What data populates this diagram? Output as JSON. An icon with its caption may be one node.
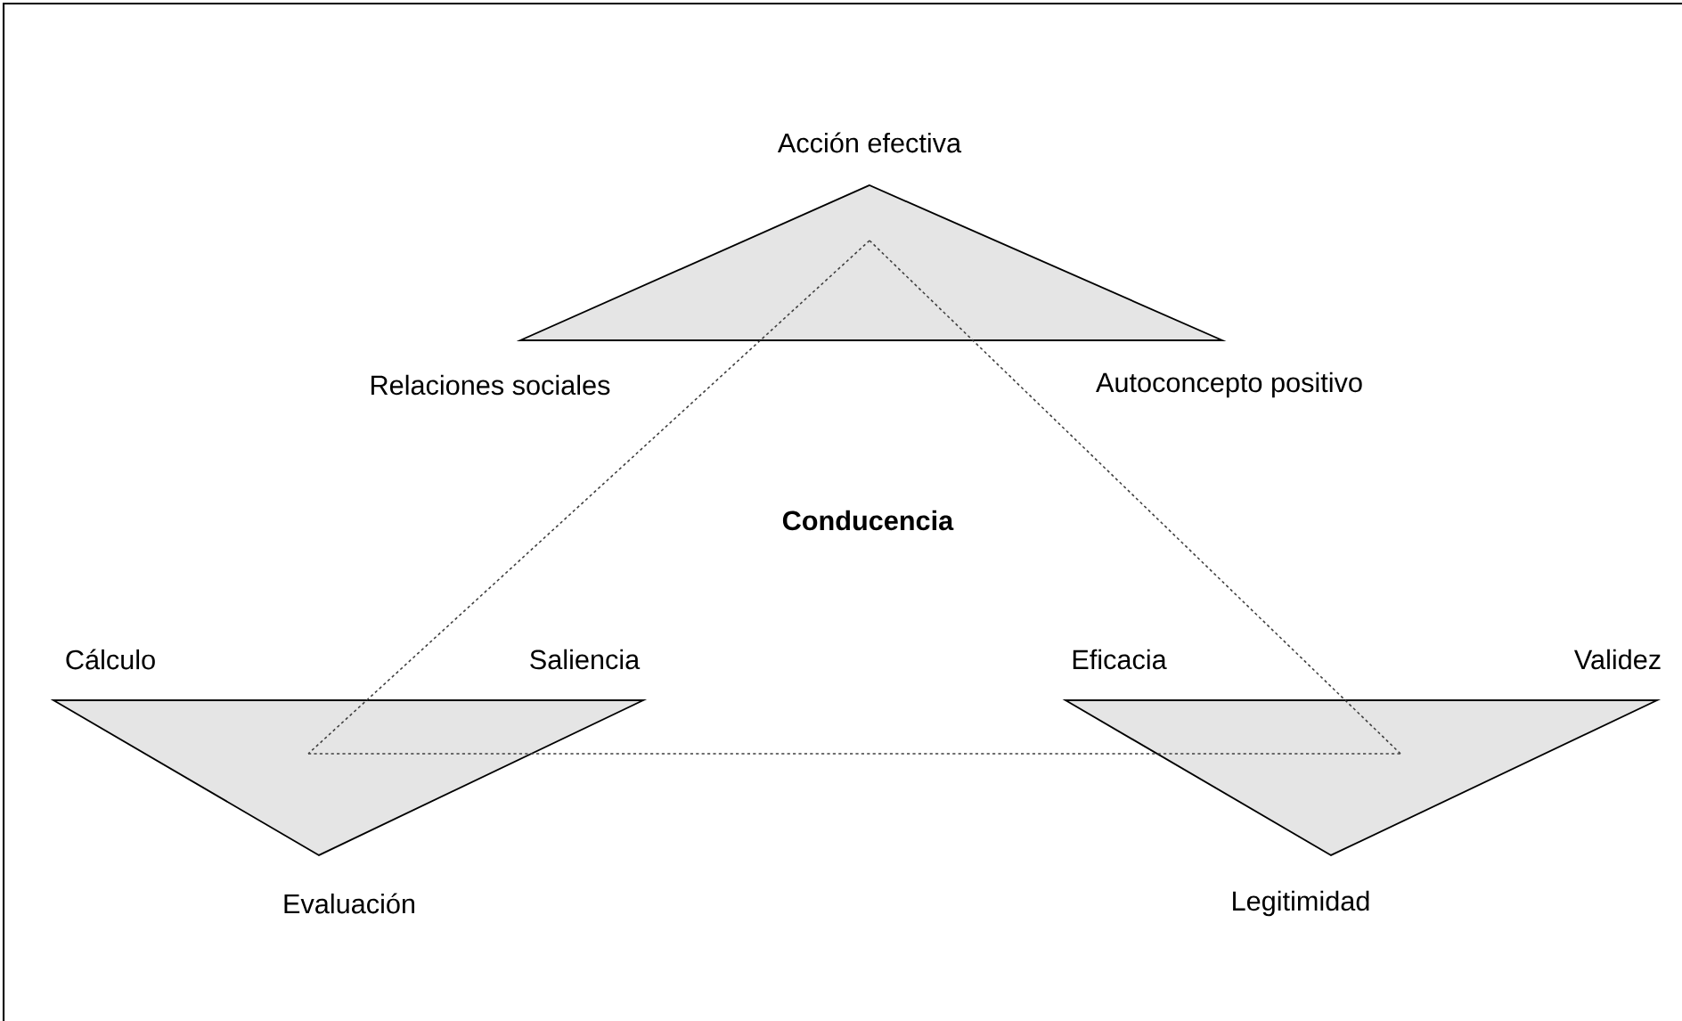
{
  "diagram": {
    "nodes": [
      {
        "text": [],
        "shape": "triangle",
        "beside": [
          "Acción efectiva",
          "Relaciones sociales",
          "Autoconcepto positivo"
        ]
      },
      {
        "text": [],
        "shape": "triangle",
        "beside": [
          "Cálculo",
          "Saliencia",
          "Evaluación"
        ]
      },
      {
        "text": [],
        "shape": "triangle",
        "beside": [
          "Eficacia",
          "Validez",
          "Legitimidad"
        ]
      }
    ],
    "edges": [
      {
        "from": 0,
        "to": 1,
        "arrow": "none",
        "style": "dashed"
      },
      {
        "from": 0,
        "to": 2,
        "arrow": "none",
        "style": "dashed"
      },
      {
        "from": 1,
        "to": 2,
        "arrow": "none",
        "style": "dashed"
      }
    ],
    "labels": [
      "**Conducencia**"
    ]
  }
}
